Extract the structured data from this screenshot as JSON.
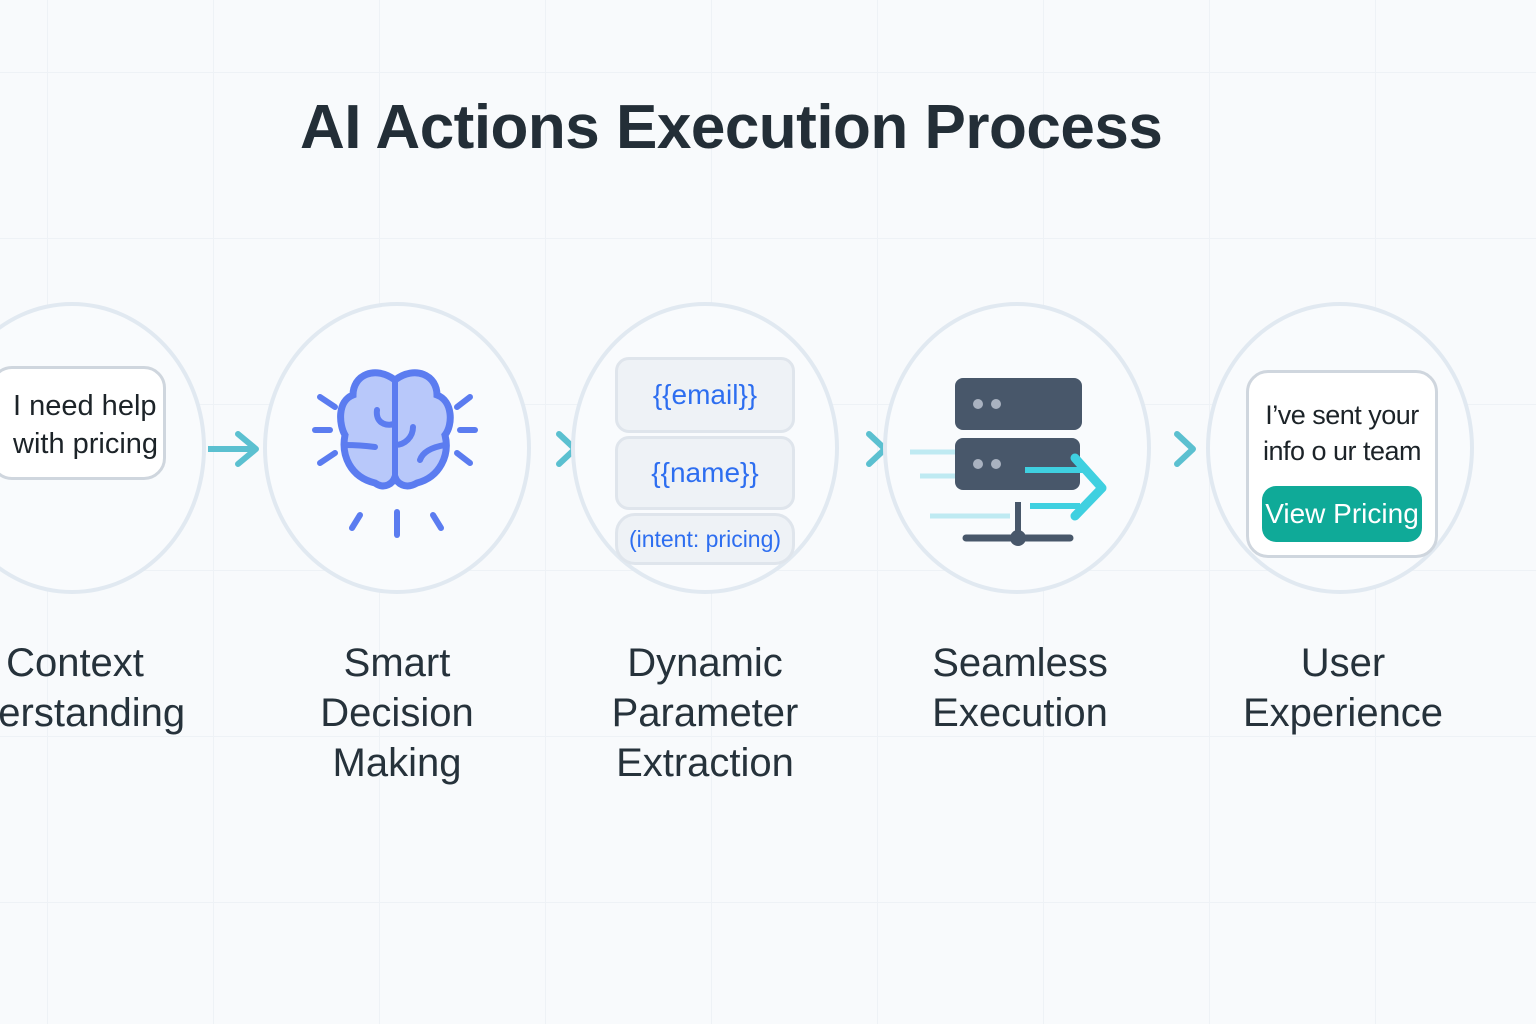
{
  "title": "AI Actions Execution Process",
  "steps": [
    {
      "label_lines": [
        "Context",
        "Understanding"
      ],
      "bubble_lines": [
        "I need help",
        "with pricing"
      ]
    },
    {
      "label_lines": [
        "Smart",
        "Decision",
        "Making"
      ],
      "icon": "brain-icon"
    },
    {
      "label_lines": [
        "Dynamic",
        "Parameter",
        "Extraction"
      ],
      "params": [
        "{{email}}",
        "{{name}}",
        "(intent: pricing)"
      ]
    },
    {
      "label_lines": [
        "Seamless",
        "Execution"
      ],
      "icon": "server-icon"
    },
    {
      "label_lines": [
        "User",
        "Experience"
      ],
      "bubble_lines": [
        "I’ve sent your",
        "info o ur team"
      ],
      "button": "View Pricing"
    }
  ],
  "colors": {
    "accent": "#4fc0d0",
    "brain": "#5b7cf0",
    "button": "#0faa98",
    "server": "#48576a"
  }
}
